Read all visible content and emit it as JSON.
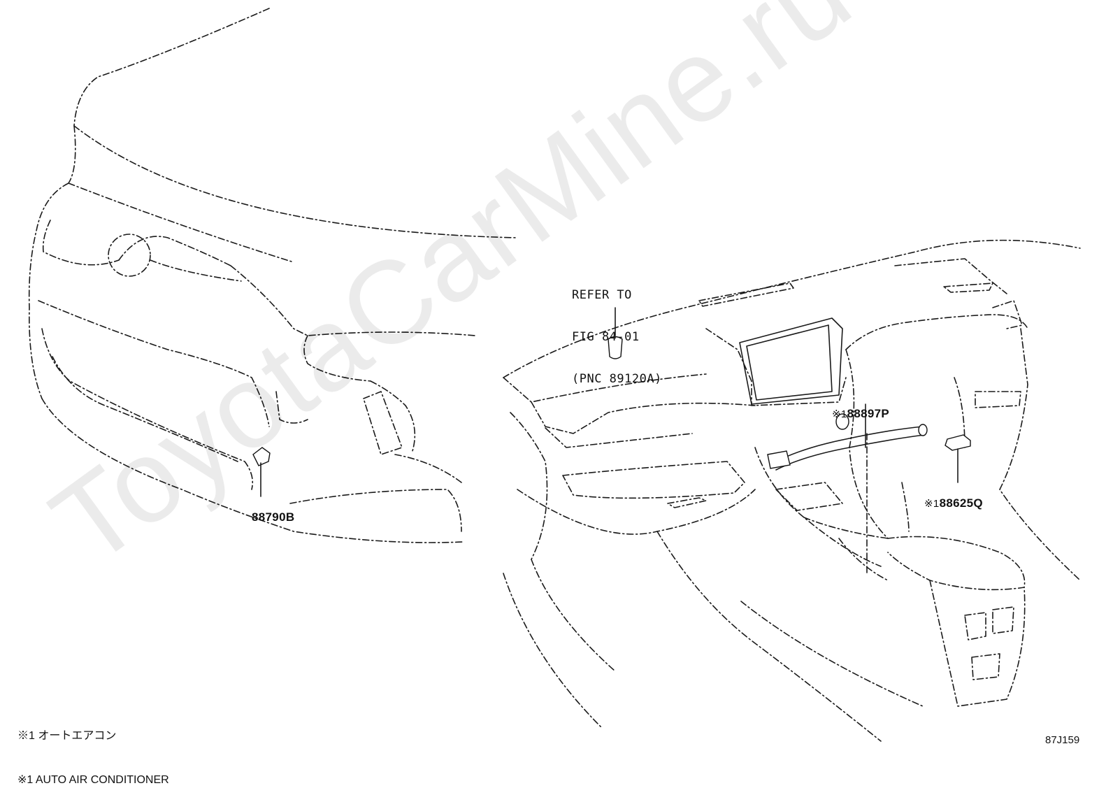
{
  "watermark": "ToyotaCarMine.ru",
  "refer_note": {
    "line1": "REFER TO",
    "line2": "FIG 84-01",
    "line3": "(PNC 89120A)"
  },
  "parts": [
    {
      "mark": "",
      "number": "88790B"
    },
    {
      "mark": "※1",
      "number": "88897P"
    },
    {
      "mark": "※1",
      "number": "88625Q"
    }
  ],
  "footnotes": {
    "jp": "※1 オートエアコン",
    "en": "※1 AUTO AIR CONDITIONER"
  },
  "figure_code": "87J159"
}
